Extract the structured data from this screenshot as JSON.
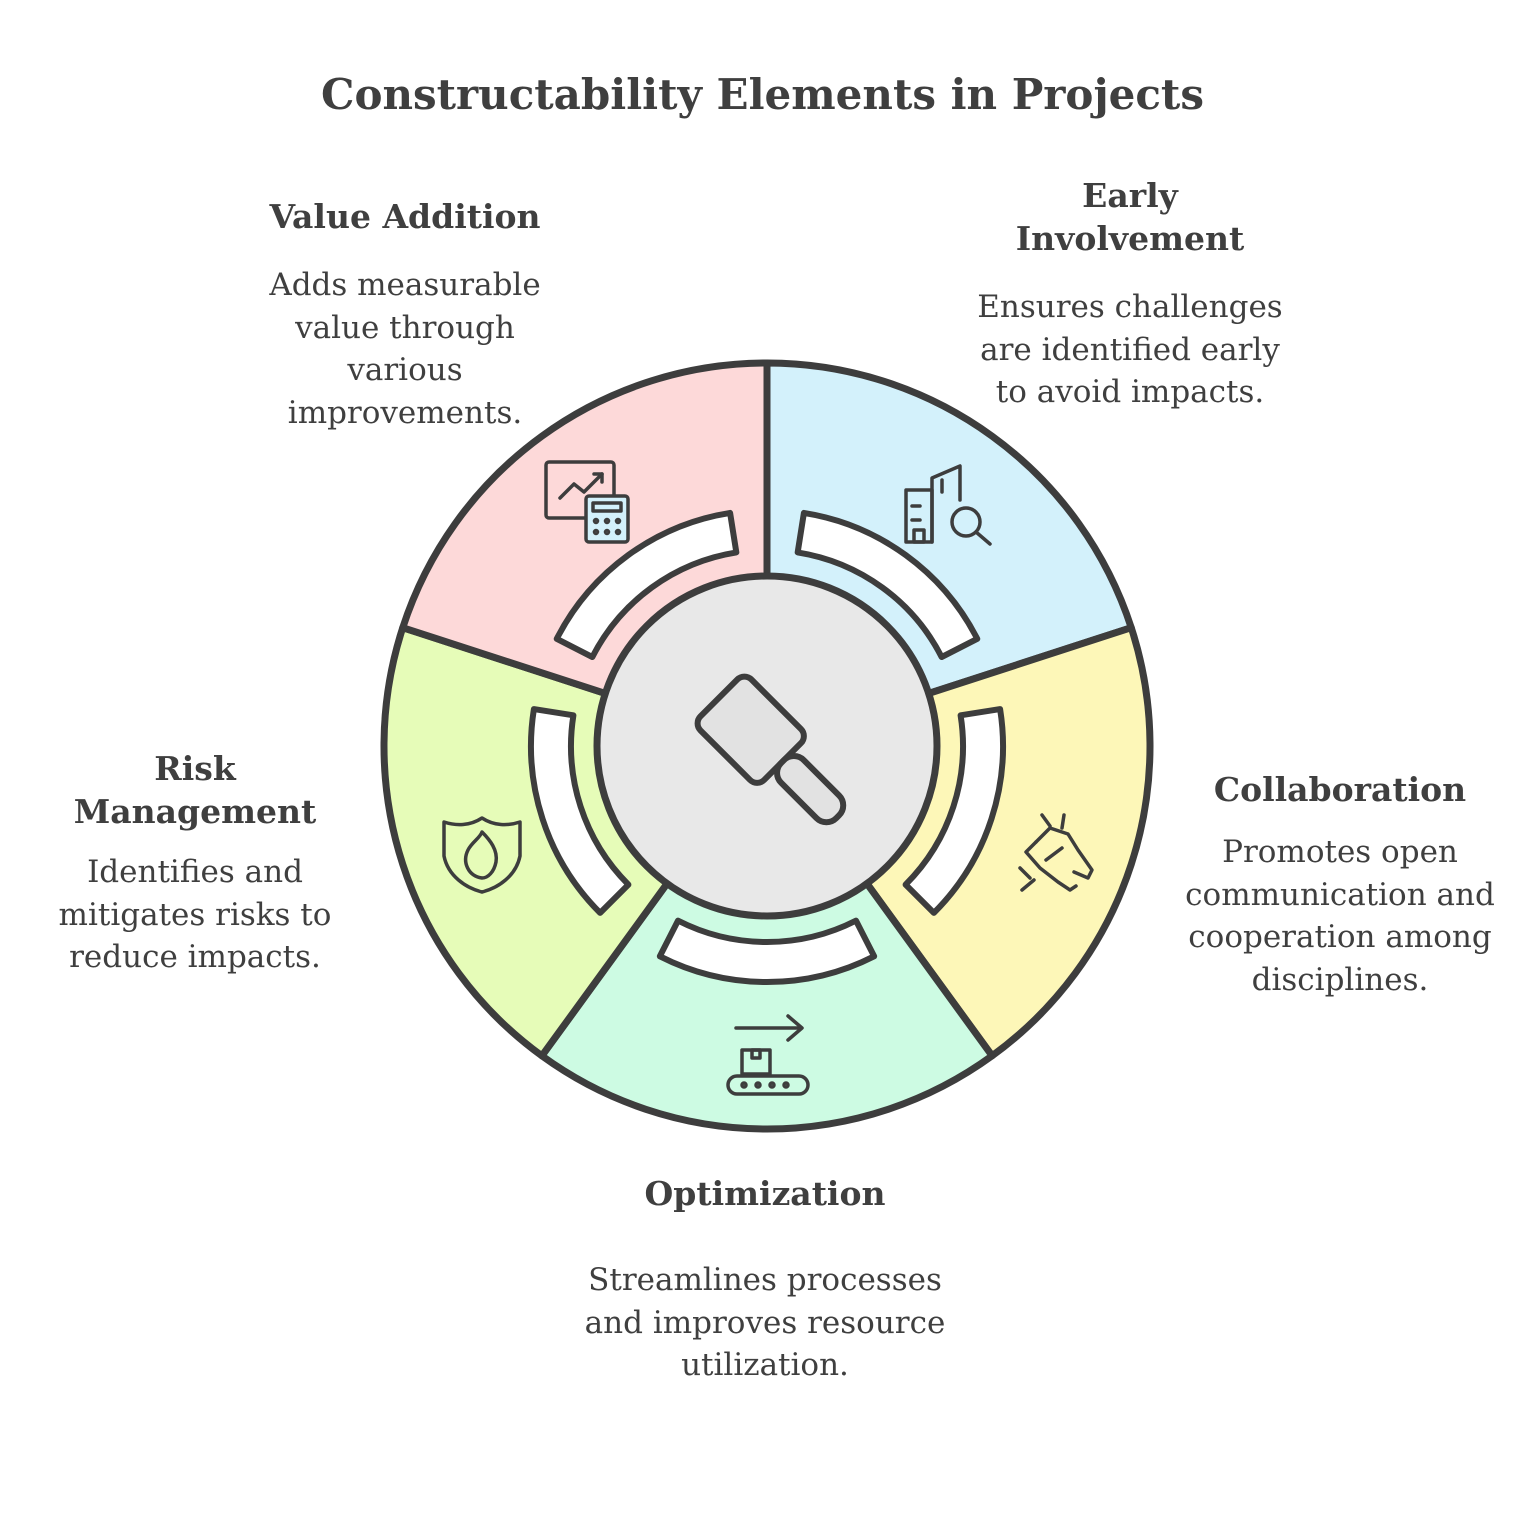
{
  "title": "Constructability Elements in Projects",
  "segments": [
    {
      "id": "value-addition",
      "heading": "Value Addition",
      "description": "Adds measurable value through various improvements.",
      "color": "#d3f1fb",
      "icon": "chart-calculator-icon"
    },
    {
      "id": "early-involvement",
      "heading": "Early Involvement",
      "description": "Ensures challenges are identified early to avoid impacts.",
      "color": "#fdf7b8",
      "icon": "buildings-search-icon"
    },
    {
      "id": "collaboration",
      "heading": "Collaboration",
      "description": "Promotes open communication and cooperation among disciplines.",
      "color": "#cdfbe3",
      "icon": "handshake-icon"
    },
    {
      "id": "optimization",
      "heading": "Optimization",
      "description": "Streamlines processes and improves resource utilization.",
      "color": "#e6fcb8",
      "icon": "conveyor-box-icon"
    },
    {
      "id": "risk-management",
      "heading": "Risk Management",
      "description": "Identifies and mitigates risks to reduce impacts.",
      "color": "#fdd9d9",
      "icon": "shield-fire-icon"
    }
  ],
  "center": {
    "icon": "hammer-icon",
    "color": "#e8e8e8"
  },
  "colors": {
    "stroke": "#3d3d3d",
    "text": "#3f3f3f"
  }
}
